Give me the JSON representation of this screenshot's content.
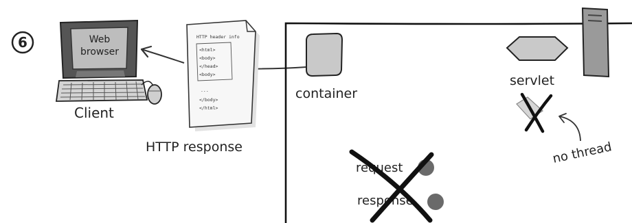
{
  "step": {
    "number": "6"
  },
  "client": {
    "screen_line1": "Web",
    "screen_line2": "browser",
    "label": "Client"
  },
  "response_doc": {
    "header": "HTTP header info",
    "lines": [
      "<html>",
      "<body>",
      "</head>",
      "<body>",
      "...",
      "</body>",
      "</html>"
    ],
    "label": "HTTP response"
  },
  "server": {
    "container_label": "container",
    "servlet_label": "servlet",
    "thread_note": "no thread",
    "request_label": "request",
    "response_label": "response"
  },
  "colors": {
    "ink": "#222222",
    "shape_gray": "#c8c8c8",
    "dark_gray": "#6a6a6a",
    "paper": "#f7f7f7"
  }
}
